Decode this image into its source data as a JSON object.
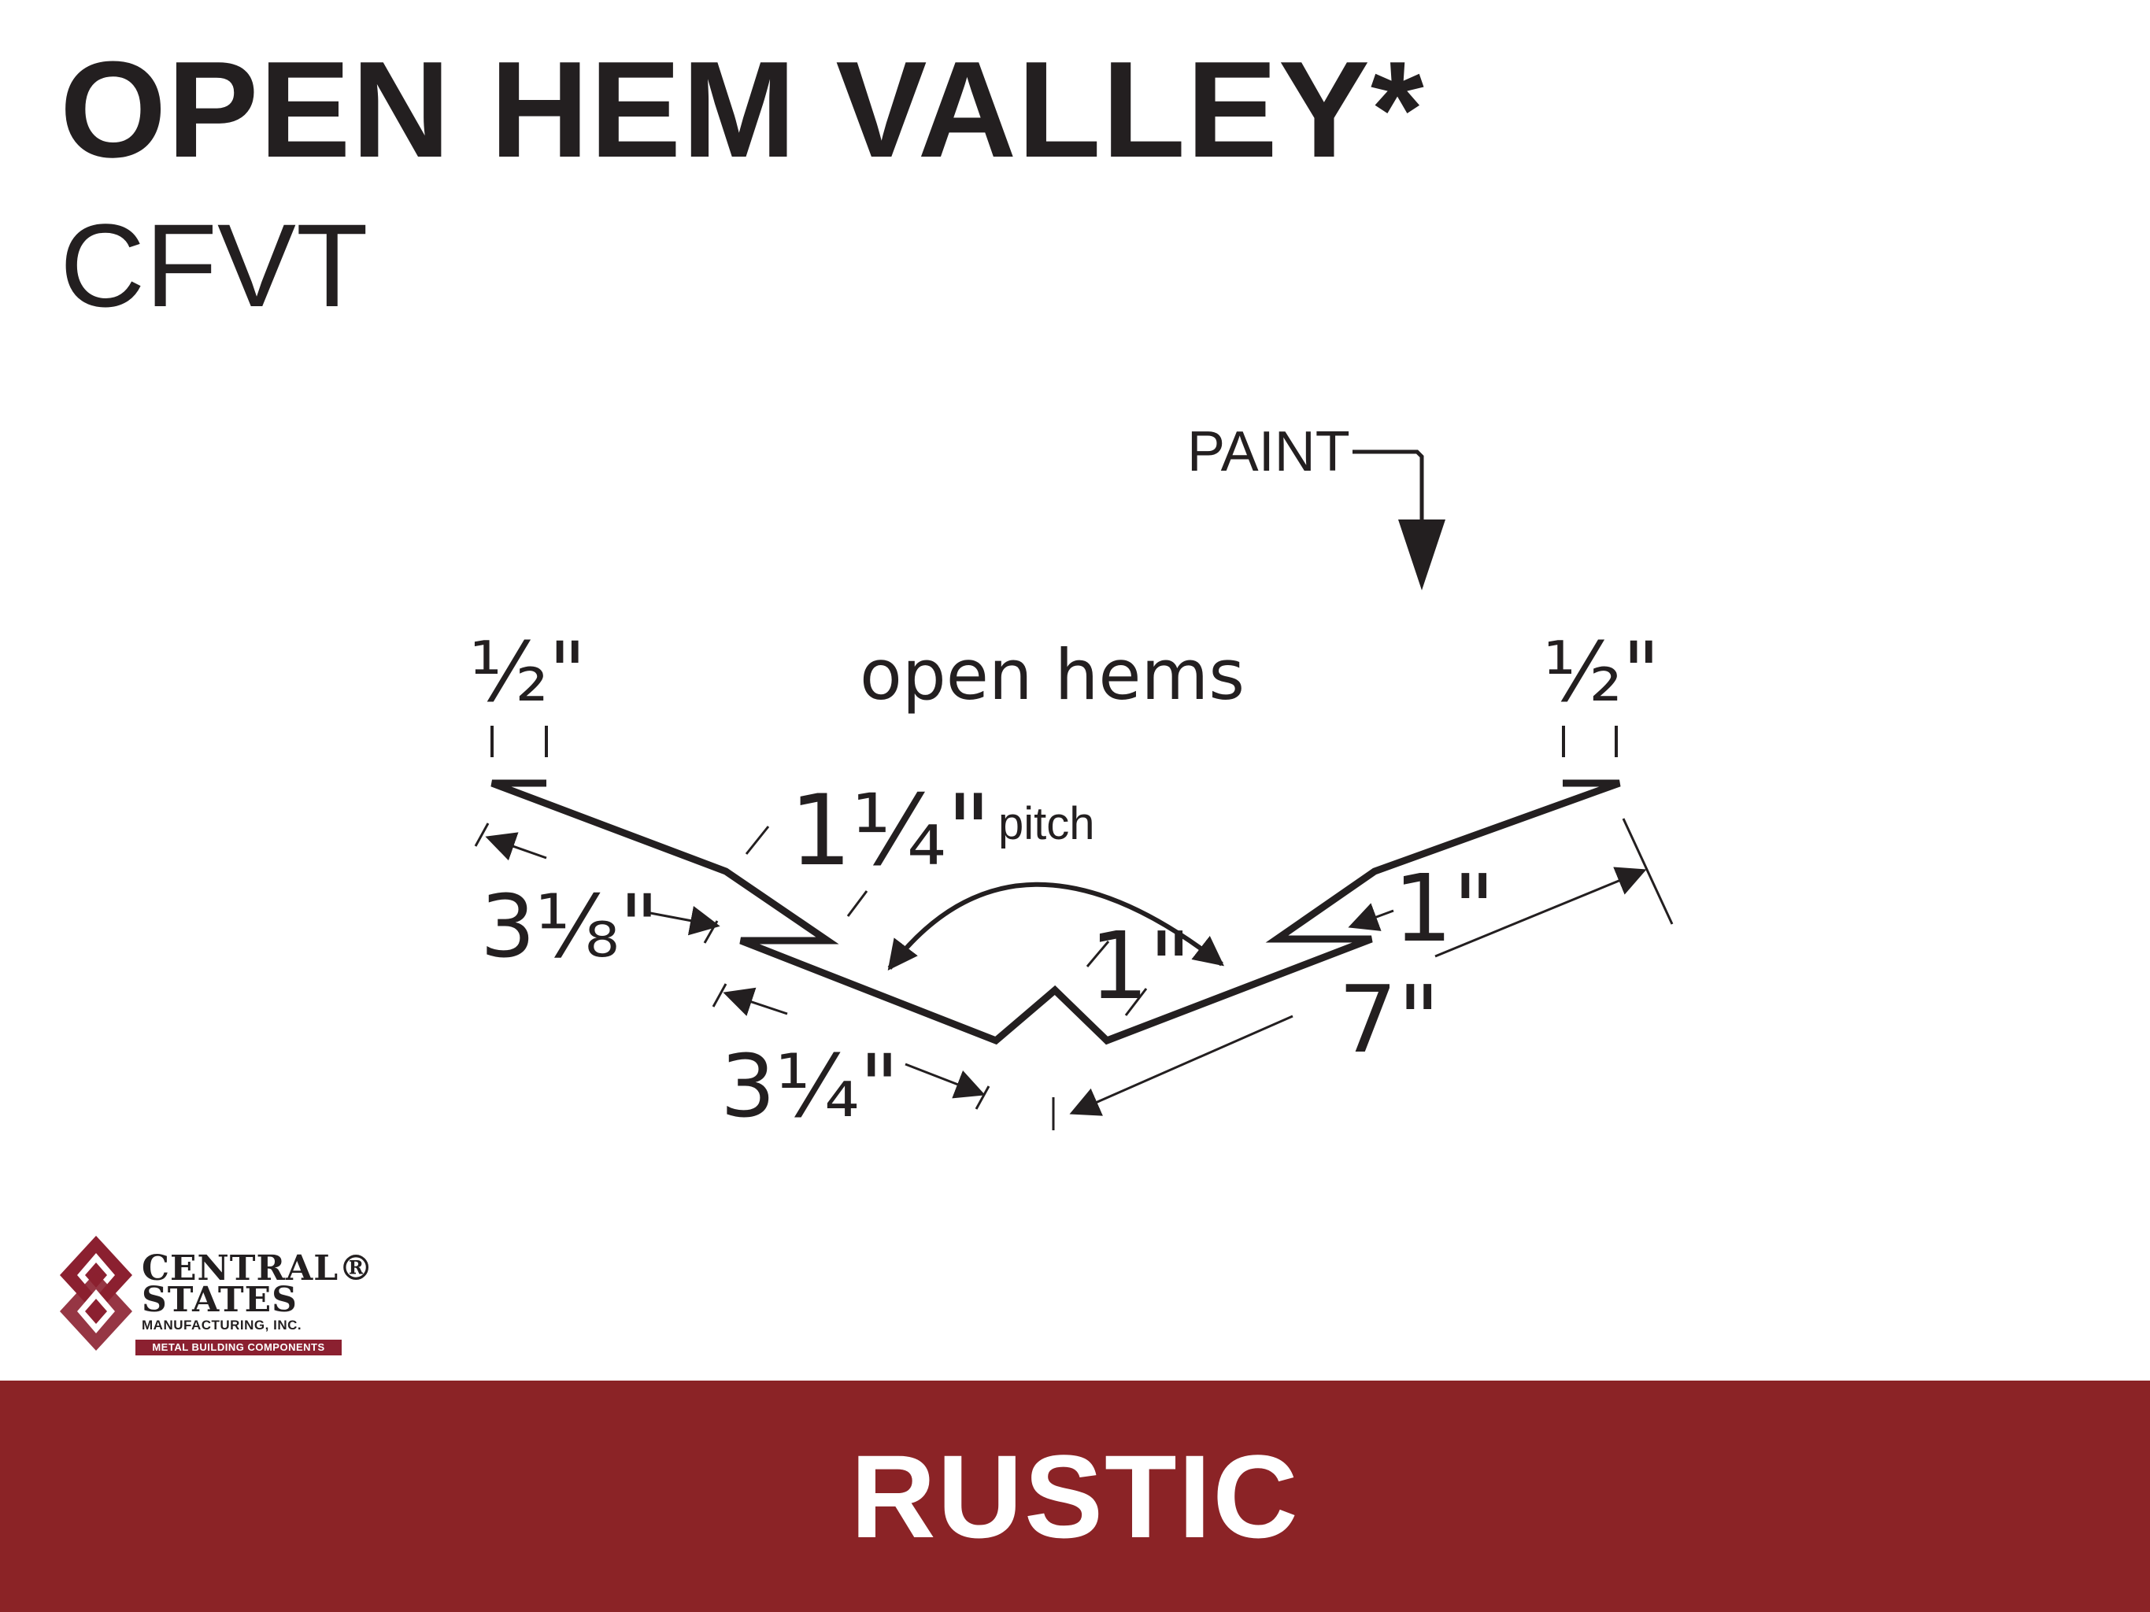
{
  "header": {
    "title": "OPEN HEM VALLEY*",
    "subtitle": "CFVT"
  },
  "diagram": {
    "paint_label": "PAINT",
    "open_hems_label": "open hems",
    "pitch_label": "pitch",
    "dimensions": {
      "hem_left": "½\"",
      "hem_right": "½\"",
      "leg_left_upper": "3⅛\"",
      "break_left": "1¼\"",
      "leg_left_lower": "3¼\"",
      "center_rib": "1\"",
      "break_right": "1\"",
      "leg_right": "7\""
    }
  },
  "logo": {
    "line1": "CENTRAL®",
    "line2": "STATES",
    "line3": "MANUFACTURING, INC.",
    "tagline": "METAL BUILDING COMPONENTS",
    "color": "#8b2030"
  },
  "footer": {
    "label": "RUSTIC",
    "color": "#8b2326"
  }
}
